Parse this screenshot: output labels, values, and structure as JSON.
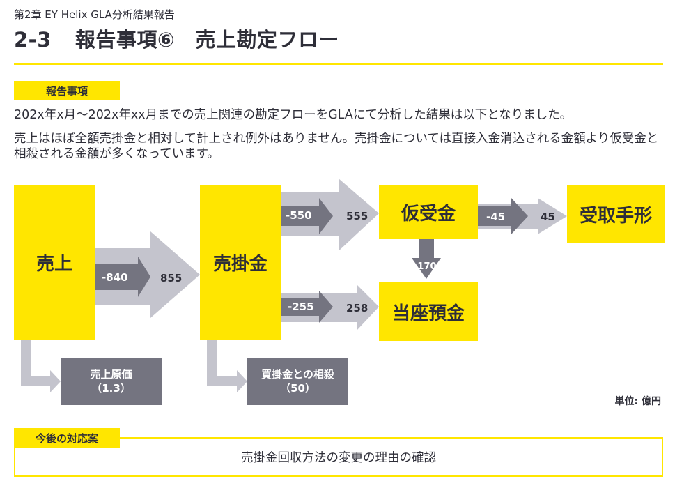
{
  "header": {
    "subtitle": "第2章 EY Helix GLA分析結果報告",
    "section_number": "2-3",
    "title": "報告事項⑥　売上勘定フロー"
  },
  "report_tag": "報告事項",
  "paragraphs": [
    "202x年x月～202x年xx月までの売上関連の勘定フローをGLAにて分析した結果は以下となりました。",
    "売上はほぼ全額売掛金と相対して計上され例外はありません。売掛金については直接入金消込される金額より仮受金と相殺される金額が多くなっています。"
  ],
  "diagram": {
    "nodes": {
      "sales": "売上",
      "receivable": "売掛金",
      "advance": "仮受金",
      "deposit": "当座預金",
      "note": "受取手形",
      "cogs_label": "売上原価",
      "cogs_value": "（1.3）",
      "offset_label": "買掛金との相殺",
      "offset_value": "（50）"
    },
    "flows": {
      "sales_to_ar_out": "-840",
      "sales_to_ar_in": "855",
      "ar_to_adv_out": "-550",
      "ar_to_adv_in": "555",
      "ar_to_dep_out": "-255",
      "ar_to_dep_in": "258",
      "adv_to_note_out": "-45",
      "adv_to_note_in": "45",
      "adv_to_dep": "-170"
    },
    "unit": "単位: 億円"
  },
  "future": {
    "tag": "今後の対応案",
    "text": "売掛金回収方法の変更の理由の確認"
  },
  "colors": {
    "yellow": "#ffe600",
    "dark_gray": "#747480",
    "light_gray": "#c4c4cd",
    "text": "#2e2e38"
  }
}
